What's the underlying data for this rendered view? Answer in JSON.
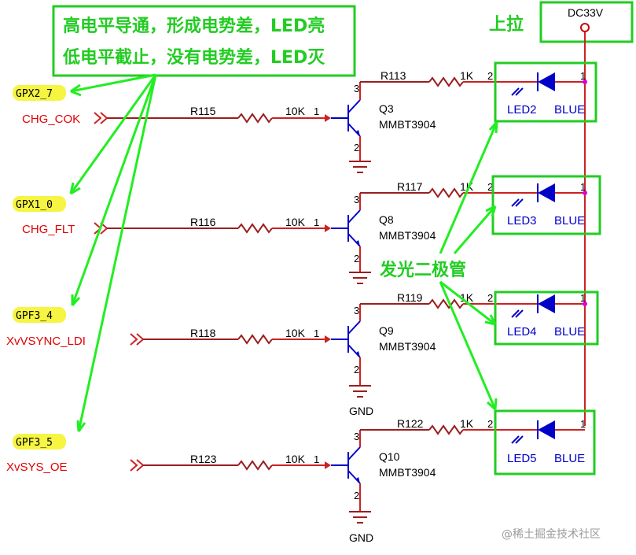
{
  "notes": {
    "high_level": "高电平导通，形成电势差，LED亮",
    "low_level": "低电平截止，没有电势差，LED灭",
    "pullup": "上拉",
    "led_label": "发光二极管"
  },
  "power": {
    "label": "DC33V"
  },
  "gnd_label": "GND",
  "watermark": "@稀土掘金技术社区",
  "channels": [
    {
      "gpio": "GPX2_7",
      "signal": "CHG_COK",
      "base_res": "R115",
      "base_val": "10K",
      "transistor": "Q3",
      "part": "MMBT3904",
      "coll_res": "R113",
      "coll_val": "1K",
      "led": "LED2",
      "color": "BLUE"
    },
    {
      "gpio": "GPX1_0",
      "signal": "CHG_FLT",
      "base_res": "R116",
      "base_val": "10K",
      "transistor": "Q8",
      "part": "MMBT3904",
      "coll_res": "R117",
      "coll_val": "1K",
      "led": "LED3",
      "color": "BLUE"
    },
    {
      "gpio": "GPF3_4",
      "signal": "XvVSYNC_LDI",
      "base_res": "R118",
      "base_val": "10K",
      "transistor": "Q9",
      "part": "MMBT3904",
      "coll_res": "R119",
      "coll_val": "1K",
      "led": "LED4",
      "color": "BLUE"
    },
    {
      "gpio": "GPF3_5",
      "signal": "XvSYS_OE",
      "base_res": "R123",
      "base_val": "10K",
      "transistor": "Q10",
      "part": "MMBT3904",
      "coll_res": "R122",
      "coll_val": "1K",
      "led": "LED5",
      "color": "BLUE"
    }
  ],
  "pins": {
    "one": "1",
    "two": "2",
    "three": "3"
  },
  "colors": {
    "annotation": "#22cc22",
    "label_red": "#e00000",
    "component_blue": "#0000c8",
    "wire": "#9a1e1e",
    "gpio_highlight": "#f5f542"
  }
}
